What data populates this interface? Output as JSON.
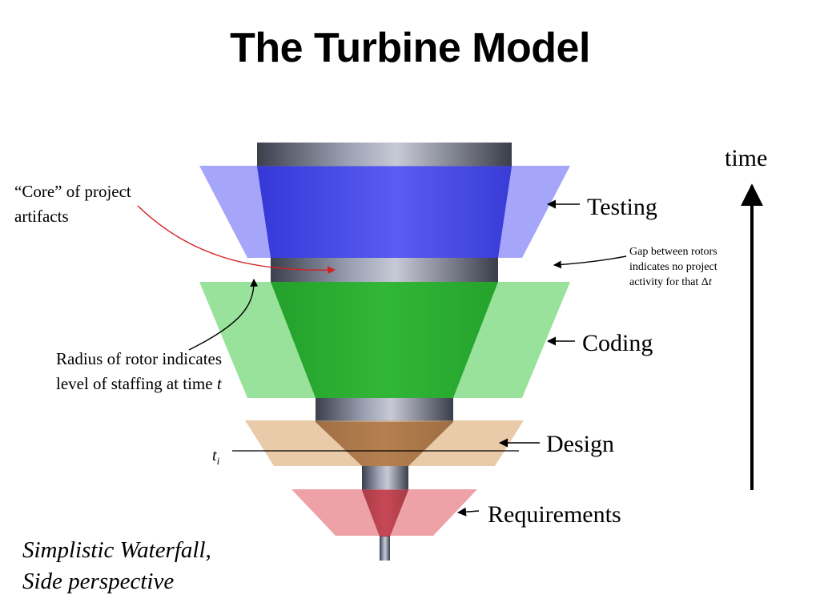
{
  "title": "The Turbine Model",
  "axis": {
    "label": "time"
  },
  "stages": [
    {
      "name": "Testing",
      "color": "#4b4df5"
    },
    {
      "name": "Coding",
      "color": "#34c53a"
    },
    {
      "name": "Design",
      "color": "#d9a162"
    },
    {
      "name": "Requirements",
      "color": "#e05560"
    }
  ],
  "annotations": {
    "core_line1": "“Core” of project",
    "core_line2": "artifacts",
    "radius_line1": "Radius of rotor indicates",
    "radius_line2": "level of staffing at time ",
    "radius_var": "t",
    "gap_line1": "Gap between rotors",
    "gap_line2": "indicates no project",
    "gap_line3": "activity for that Δ",
    "gap_var": "t",
    "ti_var": "t",
    "ti_sub": "i"
  },
  "caption": {
    "line1": "Simplistic Waterfall,",
    "line2": "Side perspective"
  }
}
